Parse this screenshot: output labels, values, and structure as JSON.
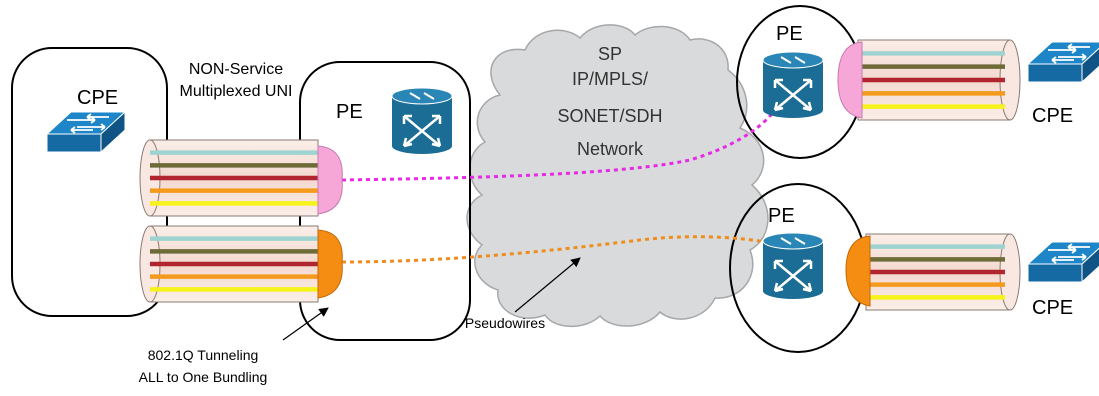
{
  "labels": {
    "cpe_left": "CPE",
    "cpe_top_right": "CPE",
    "cpe_bottom_right": "CPE",
    "pe_left": "PE",
    "pe_top_right": "PE",
    "pe_bottom_right": "PE",
    "uni_line1": "NON-Service",
    "uni_line2": "Multiplexed UNI",
    "cloud_line1": "SP",
    "cloud_line2": "IP/MPLS/",
    "cloud_line3": "SONET/SDH",
    "cloud_line4": "Network",
    "pseudowires": "Pseudowires",
    "tunneling_line1": "802.1Q Tunneling",
    "tunneling_line2": "ALL to One Bundling"
  },
  "icons": {
    "switch": "layer2-switch-icon",
    "router": "router-icon"
  },
  "colors": {
    "switch_blue": "#1e86c8",
    "router_blue": "#1c6d96",
    "cloud_fill": "#d9dadb",
    "pink_connector": "#f7a6d8",
    "orange_connector": "#f58d13",
    "pseudowire_pink": "#e62ae6",
    "pseudowire_orange": "#f08c1c",
    "bundle_fill": "#f7e4dc",
    "vlan_wire_colors": [
      "#9fd3d1",
      "#6e6b38",
      "#b0252e",
      "#f49a1c",
      "#f6f31a"
    ]
  }
}
